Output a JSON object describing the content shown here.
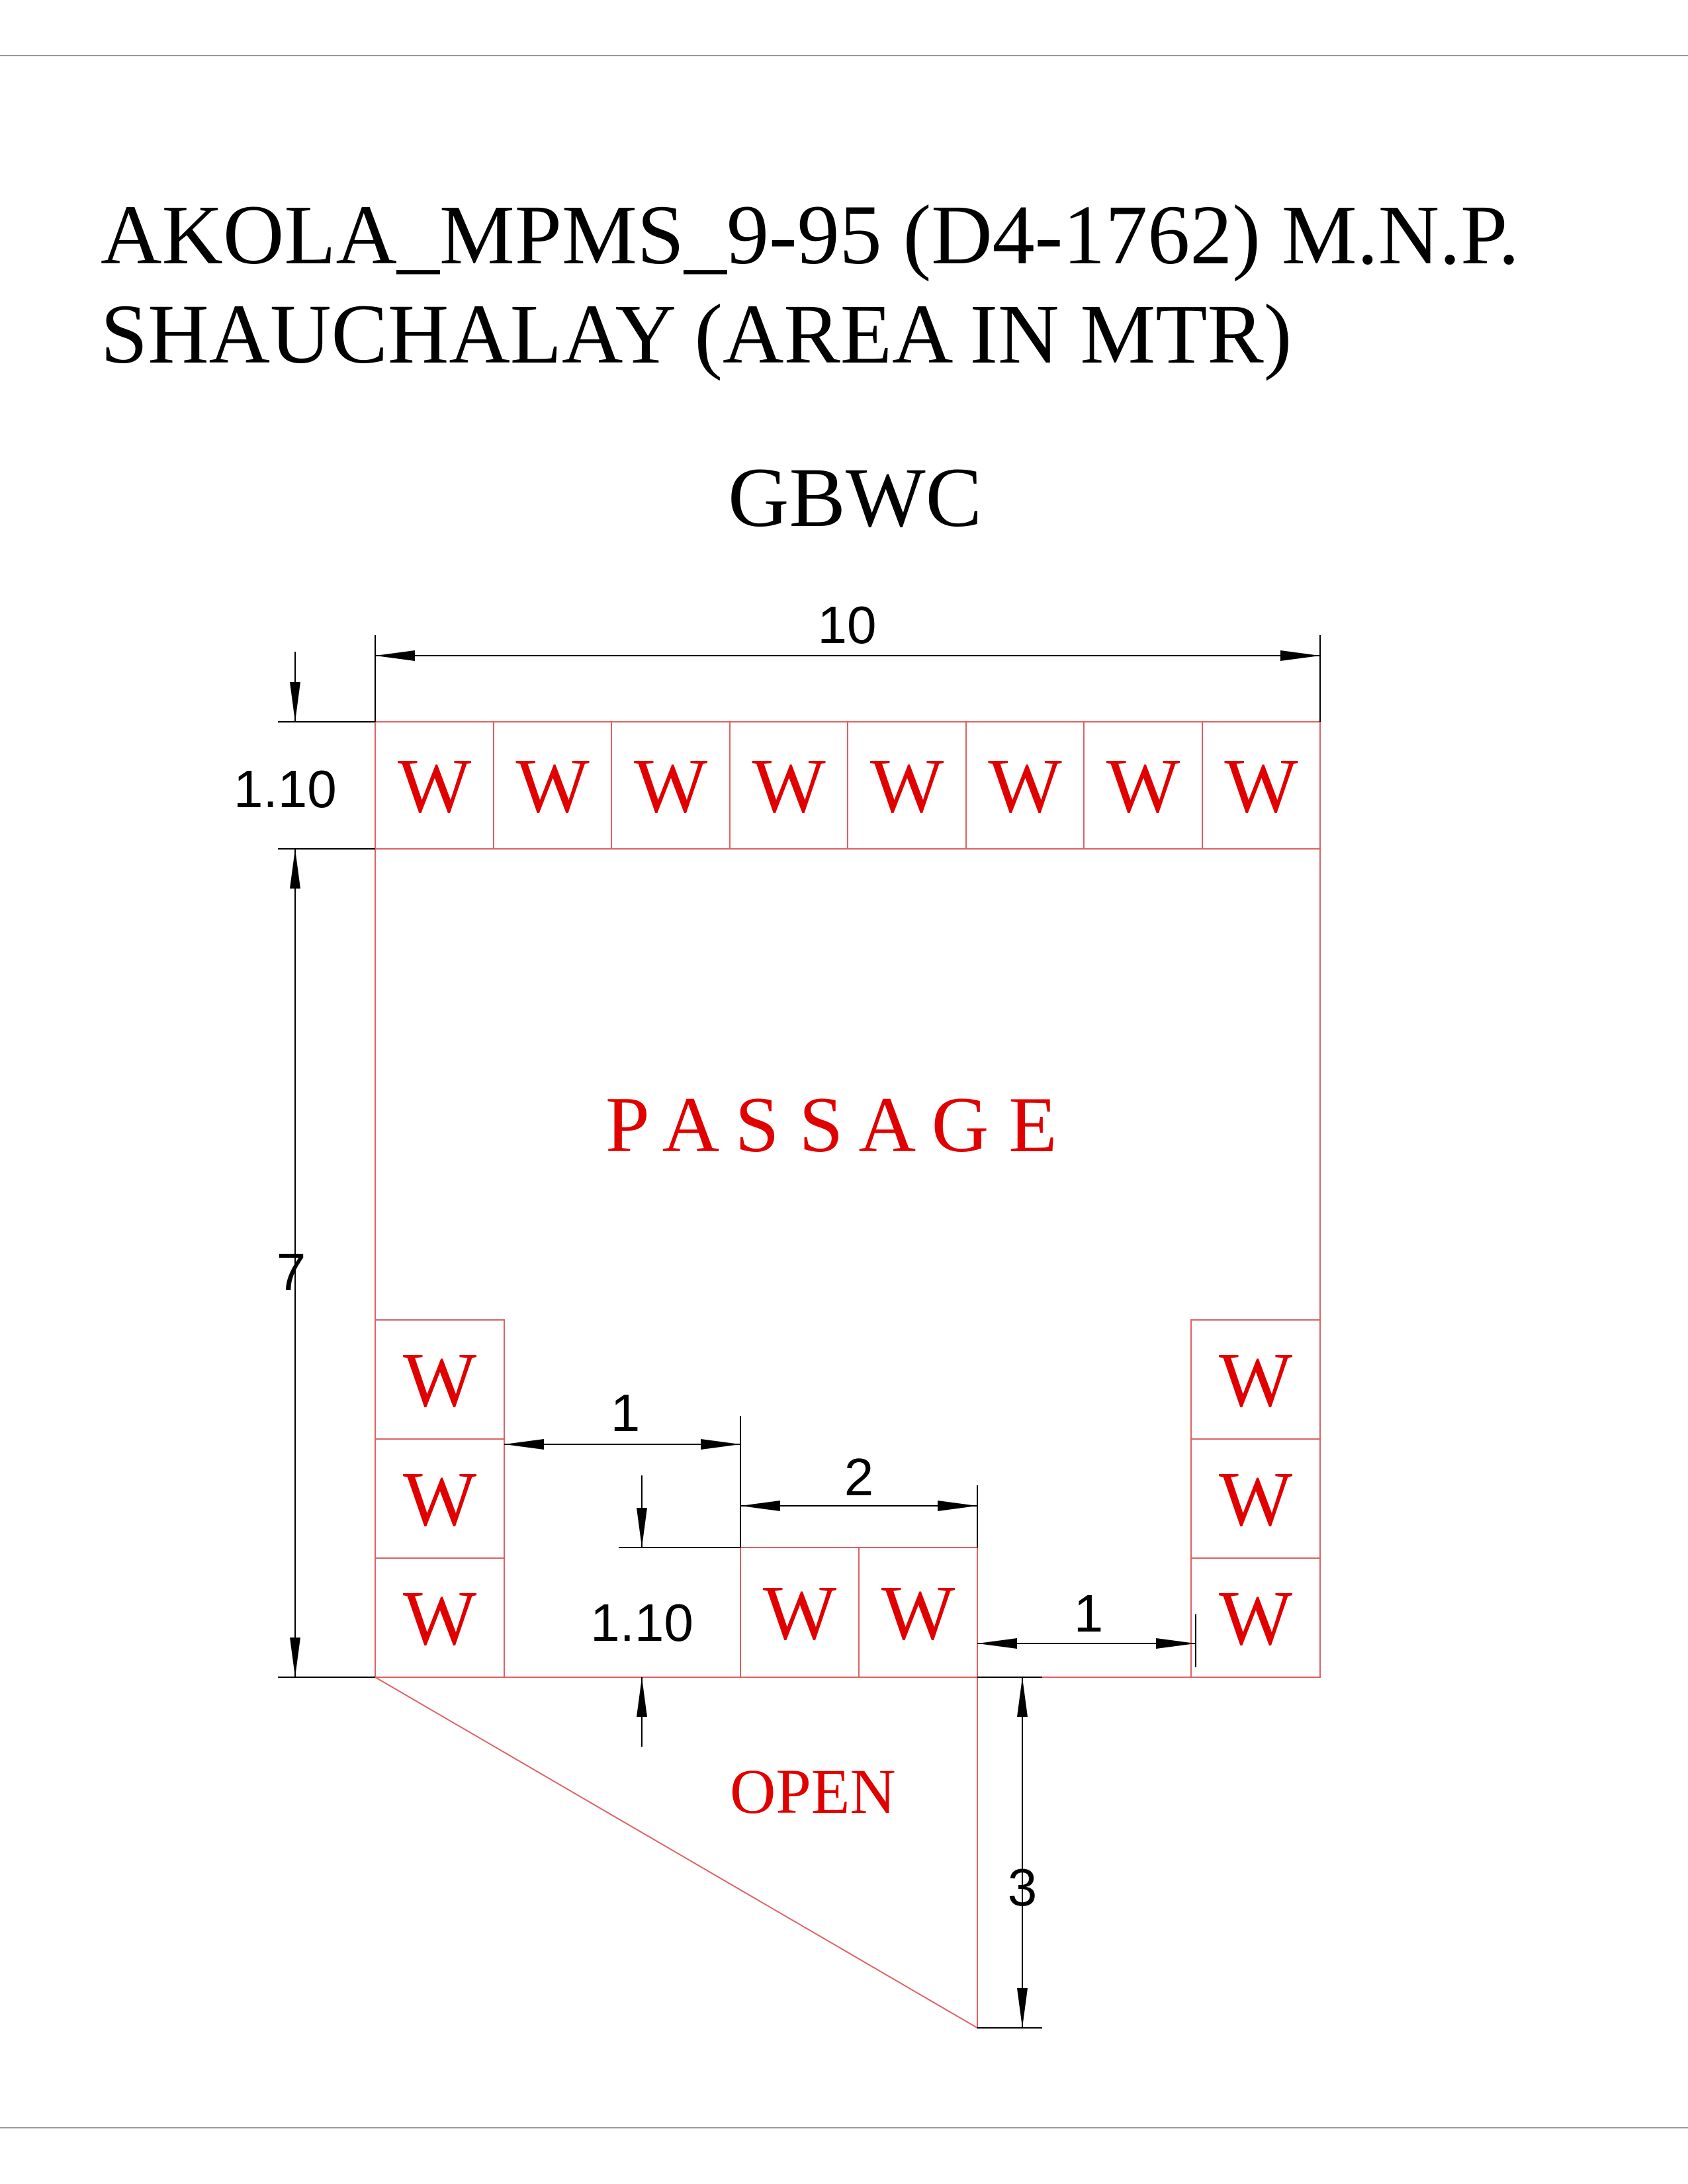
{
  "title_line1": "AKOLA_MPMS_9-95 (D4-1762) M.N.P.",
  "title_line2": "SHAUCHALAY (AREA IN MTR)",
  "subtitle": "GBWC",
  "room_label": "W",
  "passage_label": "P A S S A G E",
  "open_label": "OPEN",
  "dimensions": {
    "top_width": "10",
    "top_row_height": "1.10",
    "left_height": "7",
    "gap_left": "1",
    "center_block_width": "2",
    "center_block_height": "1.10",
    "gap_right": "1",
    "open_depth": "3"
  },
  "colors": {
    "plan_line": "#e06060",
    "plan_text": "#e00000",
    "dimension": "#000000",
    "frame": "#999999"
  }
}
